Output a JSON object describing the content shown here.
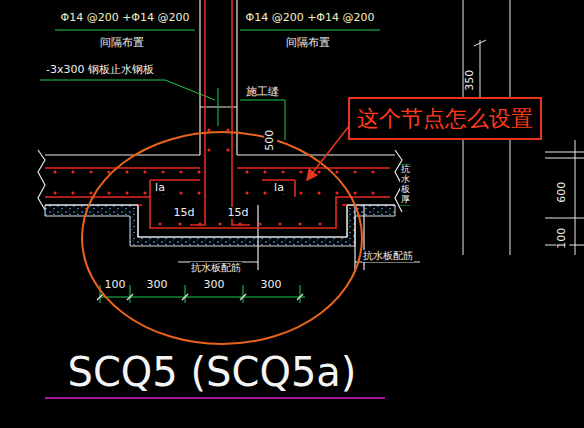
{
  "diagram": {
    "title": "SCQ5 (SCQ5a)",
    "nodes": [
      {
        "text": [
          "这个节点怎么设置"
        ]
      }
    ],
    "labels": [
      "Φ14 @200 +Φ14 @200",
      "Φ14 @200 +Φ14 @200",
      "间隔布置",
      "间隔布置",
      "-3x300 钢板止水钢板",
      "施工缝",
      "500",
      "la",
      "la",
      "15d",
      "15d",
      "抗水板厚",
      "抗水板配筋",
      "抗水板配筋",
      "100",
      "300",
      "300",
      "300",
      "350",
      "600",
      "100"
    ]
  }
}
